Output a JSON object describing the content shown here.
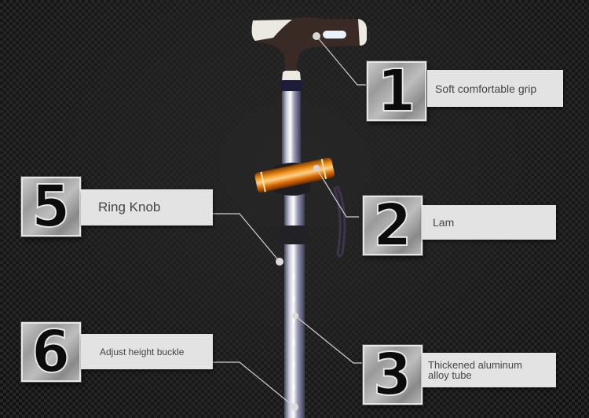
{
  "product": "walking cane with flashlight",
  "colors": {
    "background": "#1c1c1c",
    "label_bg": "#e3e3e3",
    "label_text": "#444444",
    "flashlight": "#e07a10",
    "grip": "#3a2a26",
    "grip_accent": "#ece8e2"
  },
  "callouts": [
    {
      "number": "1",
      "text": "Soft comfortable grip"
    },
    {
      "number": "2",
      "text": "Lam"
    },
    {
      "number": "3",
      "text": "Thickened aluminum alloy tube"
    },
    {
      "number": "5",
      "text": "Ring Knob"
    },
    {
      "number": "6",
      "text": "Adjust height buckle"
    }
  ],
  "callout3_lines": [
    "Thickened aluminum",
    "alloy tube"
  ]
}
